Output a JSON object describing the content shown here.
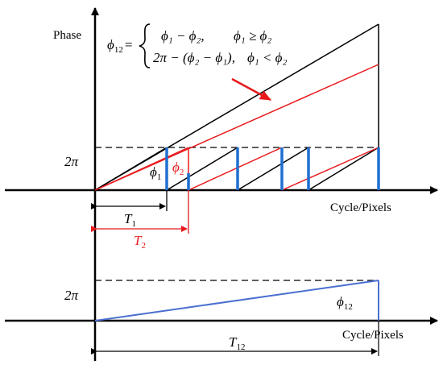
{
  "labels": {
    "phase": "Phase",
    "x_axis_top": "Cycle/Pixels",
    "x_axis_bottom": "Cycle/Pixels",
    "two_pi_top": "2π",
    "two_pi_bottom": "2π"
  },
  "formula": {
    "lhs": "ϕ",
    "lhs_sub": "12",
    "eq": "=",
    "case1_expr": "ϕ₁ − ϕ₂,",
    "case1_cond": "ϕ₁ ≥ ϕ₂",
    "case2_expr": "2π − (ϕ₂ − ϕ₁),",
    "case2_cond": "ϕ₁ < ϕ₂"
  },
  "annotations": {
    "phi1": "ϕ",
    "phi1_sub": "1",
    "phi2": "ϕ",
    "phi2_sub": "2",
    "phi12": "ϕ",
    "phi12_sub": "12",
    "T1": "T",
    "T1_sub": "1",
    "T2": "T",
    "T2_sub": "2",
    "T12": "T",
    "T12_sub": "12"
  },
  "colors": {
    "black": "#000000",
    "red": "#e8191c",
    "blue": "#1f6fd1",
    "blue_line": "#4a6fcf"
  }
}
